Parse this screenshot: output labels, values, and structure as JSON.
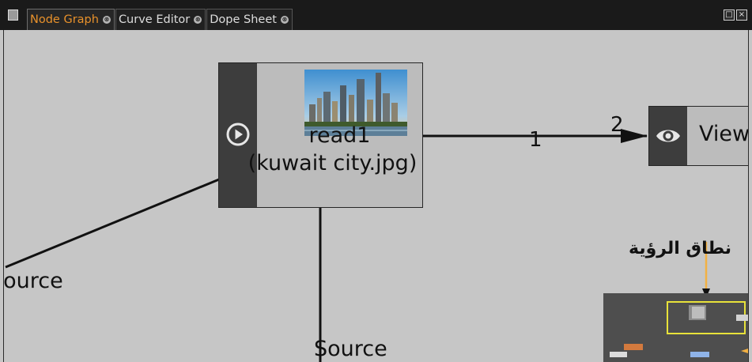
{
  "tabs": [
    {
      "label": "Node Graph",
      "active": true
    },
    {
      "label": "Curve Editor",
      "active": false
    },
    {
      "label": "Dope Sheet",
      "active": false
    }
  ],
  "tab_close_glyph": "⊗",
  "window_buttons": {
    "maximize_glyph": "□",
    "close_glyph": "×"
  },
  "read_node": {
    "title": "read1",
    "subtitle": "(kuwait city.jpg)",
    "icon": "play-circle-icon",
    "thumbnail": "city-skyline-thumbnail"
  },
  "viewer_node": {
    "label": "View",
    "icon": "eye-icon"
  },
  "edge_labels": {
    "input_1": "1",
    "input_2": "2"
  },
  "source_labels": {
    "left": "Source",
    "bottom": "Source"
  },
  "annotation": {
    "text": "نطاق الرؤية"
  },
  "colors": {
    "active_tab": "#e8912b",
    "canvas": "#c6c6c6",
    "node_body": "#bcbcbc",
    "node_side": "#3d3d3d",
    "annotation_arrow": "#f2b143",
    "navigator_view": "#e8e23a",
    "navigator_bg": "#4e4e4e"
  }
}
